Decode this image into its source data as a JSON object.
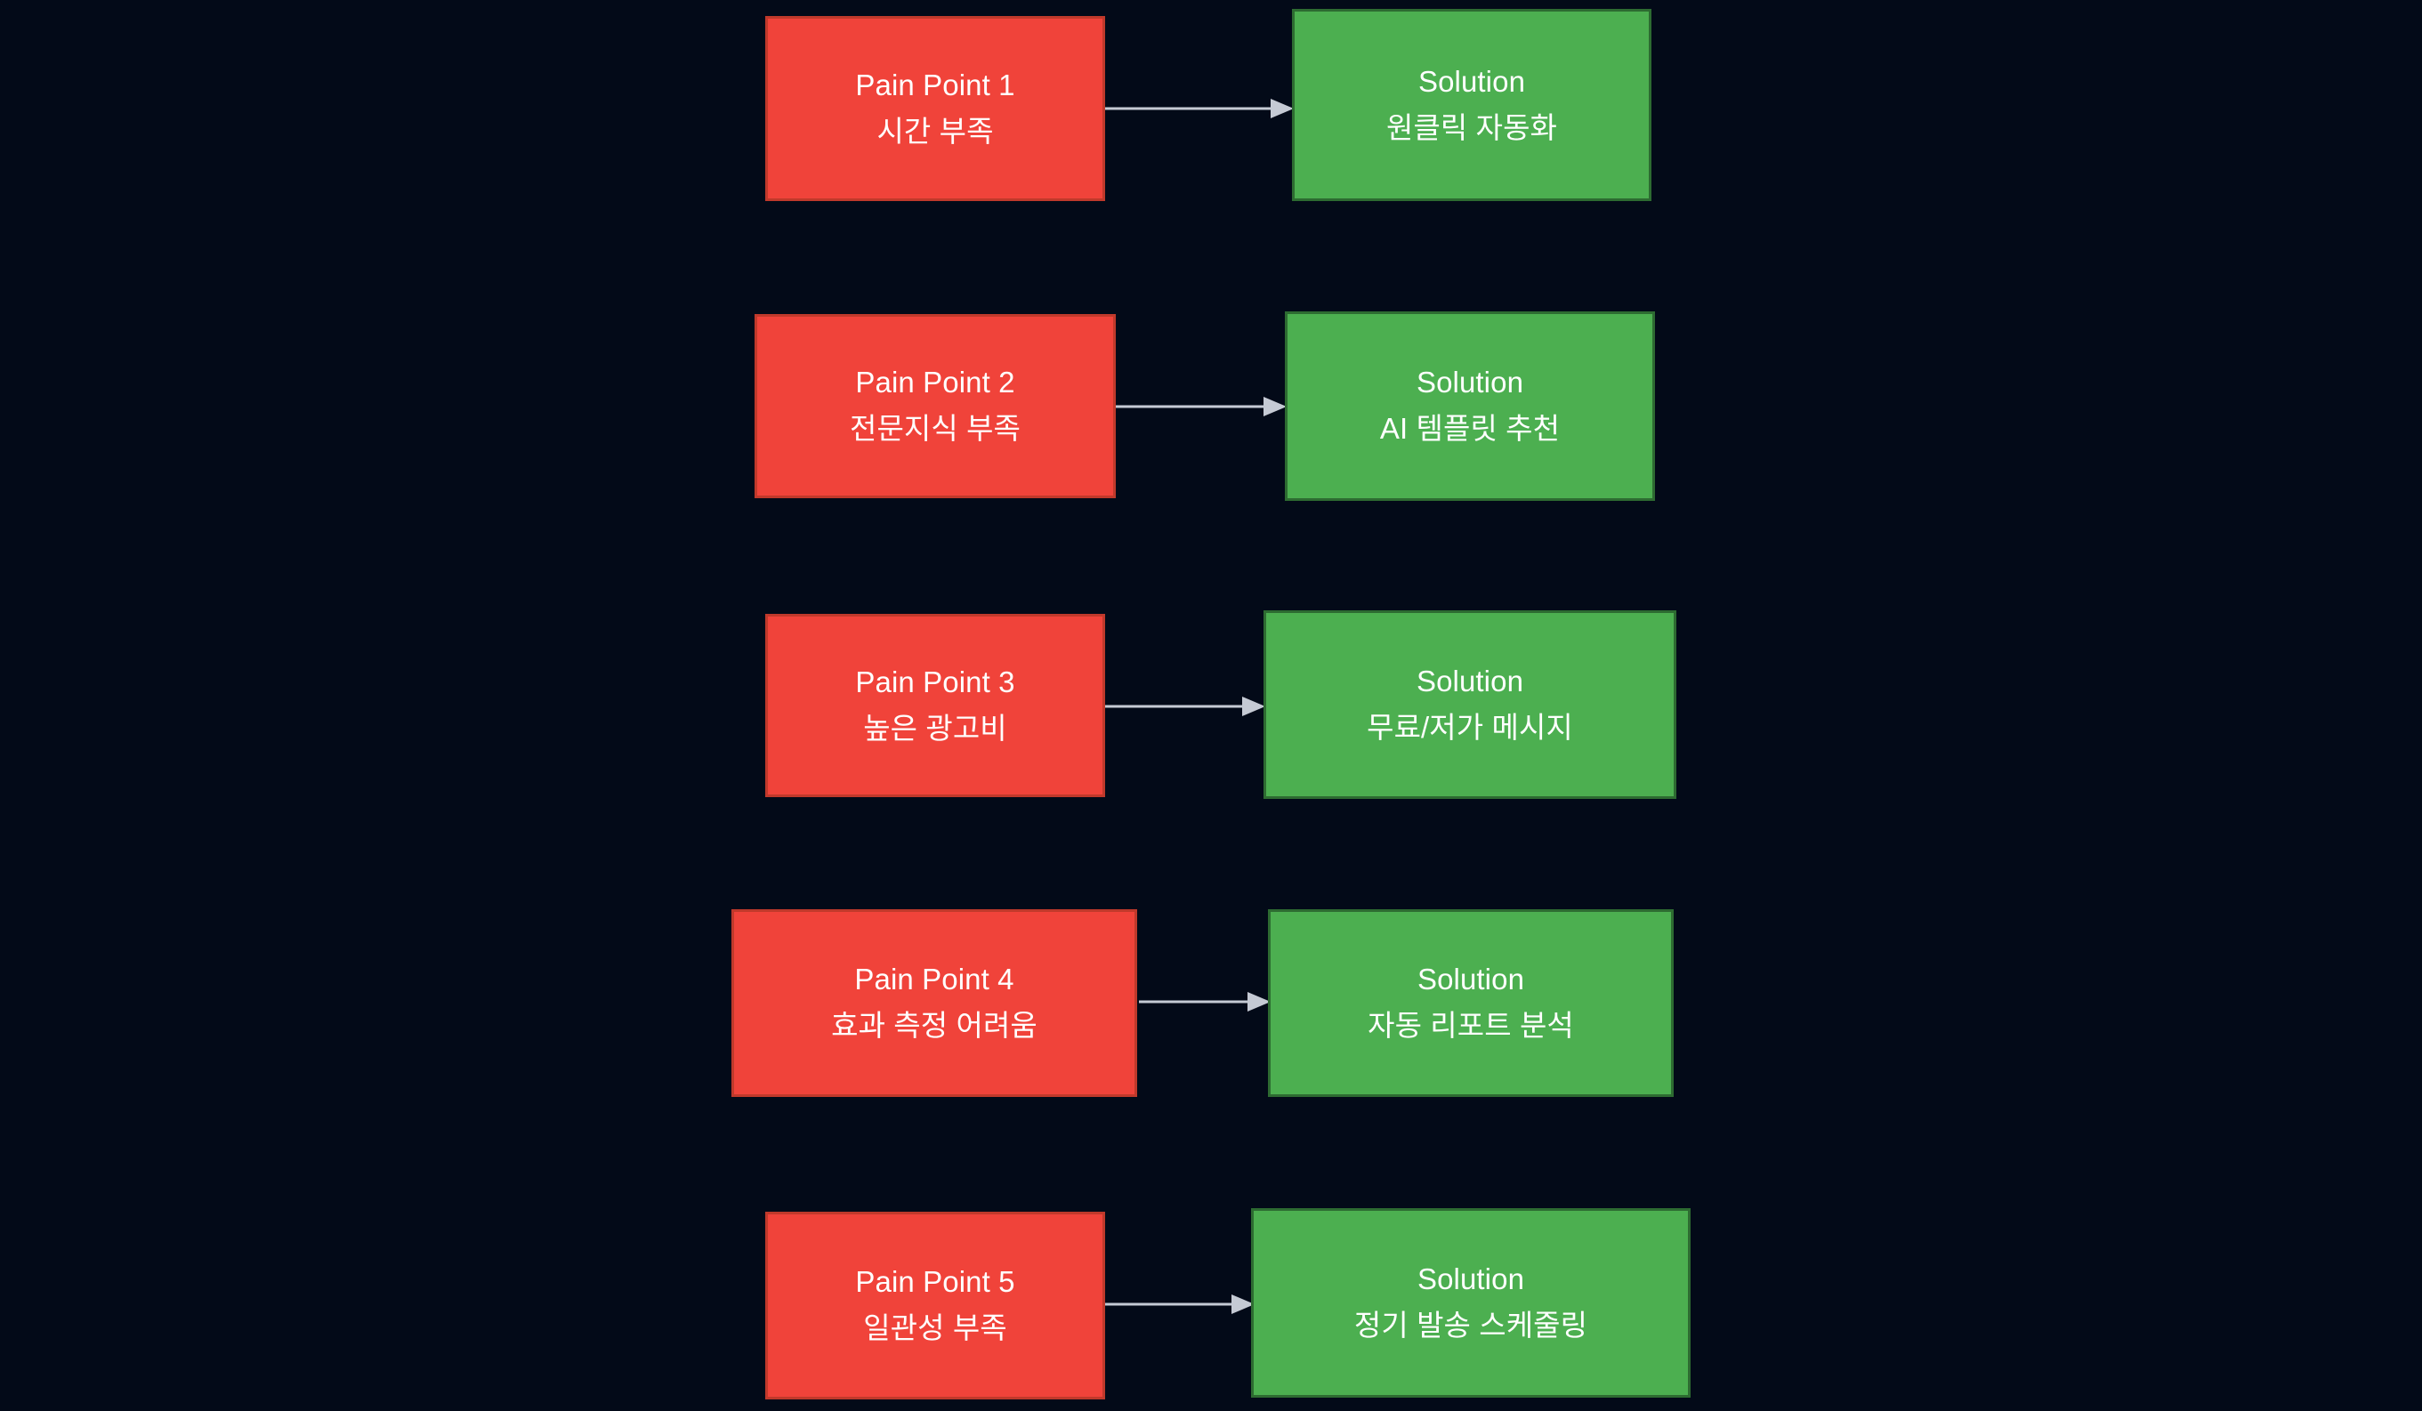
{
  "diagram": {
    "type": "flowchart",
    "orientation": "left-to-right pairs stacked vertically",
    "background_color": "#030a18",
    "pain_color": "#f0433a",
    "pain_border_color": "#c0392b",
    "solution_color": "#4caf50",
    "solution_border_color": "#2d6b31",
    "arrow_color": "#c5cad4",
    "text_color": "#ffffff",
    "rows": [
      {
        "pain": {
          "title": "Pain Point 1",
          "sub": "시간 부족"
        },
        "solution": {
          "title": "Solution",
          "sub": "원클릭 자동화"
        },
        "arrow_label": ""
      },
      {
        "pain": {
          "title": "Pain Point 2",
          "sub": "전문지식 부족"
        },
        "solution": {
          "title": "Solution",
          "sub": "AI 템플릿 추천"
        },
        "arrow_label": ""
      },
      {
        "pain": {
          "title": "Pain Point 3",
          "sub": "높은 광고비"
        },
        "solution": {
          "title": "Solution",
          "sub": "무료/저가 메시지"
        },
        "arrow_label": ""
      },
      {
        "pain": {
          "title": "Pain Point 4",
          "sub": "효과 측정 어려움"
        },
        "solution": {
          "title": "Solution",
          "sub": "자동 리포트 분석"
        },
        "arrow_label": ""
      },
      {
        "pain": {
          "title": "Pain Point 5",
          "sub": "일관성 부족"
        },
        "solution": {
          "title": "Solution",
          "sub": "정기 발송 스케줄링"
        },
        "arrow_label": ""
      }
    ]
  }
}
